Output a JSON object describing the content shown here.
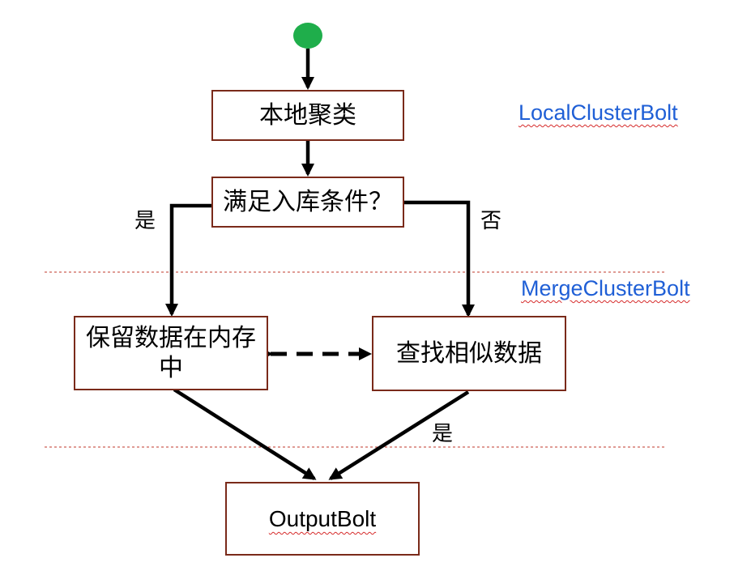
{
  "nodes": {
    "local_cluster": "本地聚类",
    "condition": "满足入库条件？",
    "keep_in_memory": "保留数据在内存中",
    "find_similar": "查找相似数据",
    "output": "OutputBolt"
  },
  "branch_labels": {
    "yes_left": "是",
    "no_right": "否",
    "yes_bottom": "是"
  },
  "component_labels": {
    "local_cluster_bolt": "LocalClusterBolt",
    "merge_cluster_bolt": "MergeClusterBolt"
  },
  "colors": {
    "start_node": "#1fae4b",
    "box_border": "#7a2a1a",
    "arrow": "#000000",
    "divider": "#c0392b",
    "component_label": "#1f5fd6",
    "spellcheck_underline": "#d62a2a"
  }
}
